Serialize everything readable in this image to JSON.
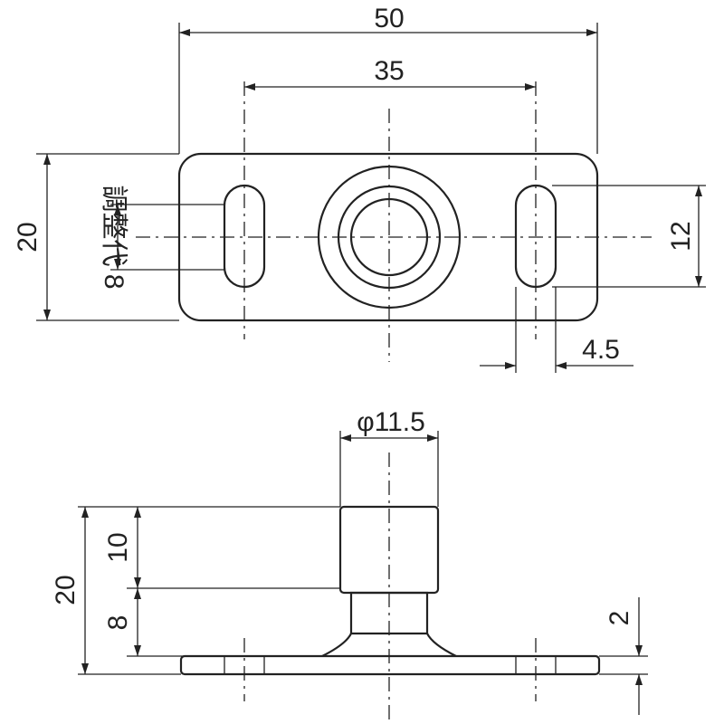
{
  "plan_view": {
    "overall_width": "50",
    "slot_pitch": "35",
    "overall_height": "20",
    "slot_length": "12",
    "slot_width": "4.5",
    "adjustment_range": "調整代 8"
  },
  "side_view": {
    "boss_diameter": "φ11.5",
    "total_height": "20",
    "upper_height": "10",
    "lower_height": "8",
    "plate_thickness": "2"
  }
}
